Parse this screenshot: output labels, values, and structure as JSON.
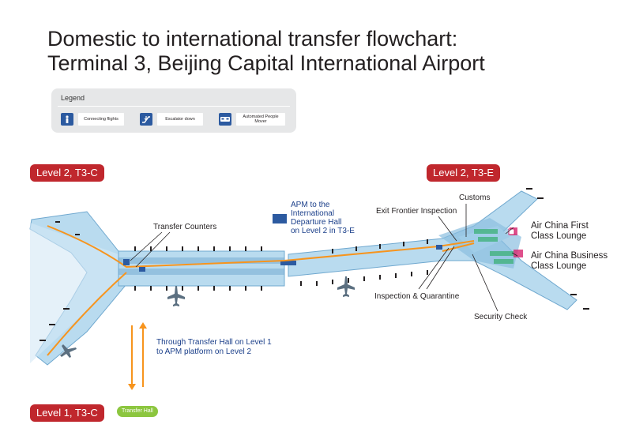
{
  "title": {
    "line1": "Domestic to international transfer flowchart:",
    "line2": "Terminal 3, Beijing Capital International Airport"
  },
  "legend": {
    "title": "Legend",
    "items": [
      {
        "icon": "connecting-flights-icon",
        "label": "Connecting flights"
      },
      {
        "icon": "escalator-down-icon",
        "label": "Escalator down"
      },
      {
        "icon": "automated-people-mover-icon",
        "label": "Automated People Mover"
      }
    ]
  },
  "levels": {
    "t3c_level2": "Level 2, T3-C",
    "t3e_level2": "Level 2, T3-E",
    "t3c_level1": "Level 1, T3-C"
  },
  "annotations": {
    "transfer_counters": "Transfer Counters",
    "apm": [
      "APM to the",
      "International",
      "Departure Hall",
      "on Level 2 in T3-E"
    ],
    "through_transfer": [
      "Through Transfer Hall on Level 1",
      "to APM platform on Level 2"
    ],
    "transfer_hall": "Transfer Hall",
    "customs": "Customs",
    "exit_frontier": "Exit Frontier Inspection",
    "inspection_quarantine": "Inspection & Quarantine",
    "security_check": "Security Check",
    "first_lounge": [
      "Air China First",
      "Class Lounge"
    ],
    "business_lounge": [
      "Air China Business",
      "Class Lounge"
    ]
  },
  "colors": {
    "route": "#f7941d",
    "building": "#b9dbef",
    "building_dark": "#6fa8cf",
    "apm": "#2c5aa0",
    "badge": "#c0272d",
    "transfer_hall": "#8cc63f",
    "lounge_green": "#46b384",
    "lounge_pink": "#d6246e"
  }
}
